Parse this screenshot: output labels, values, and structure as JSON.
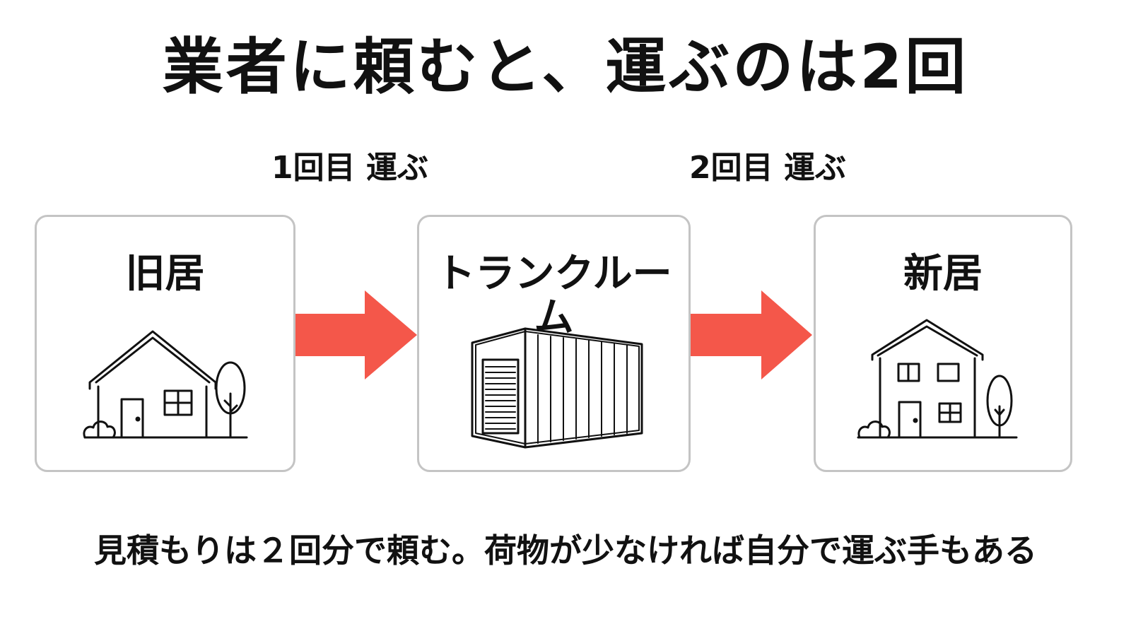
{
  "title": "業者に頼むと、運ぶのは2回",
  "steps": [
    {
      "label": "1回目 運ぶ"
    },
    {
      "label": "2回目 運ぶ"
    }
  ],
  "nodes": [
    {
      "label": "旧居",
      "icon": "house-icon"
    },
    {
      "label": "トランクルーム",
      "icon": "storage-container-icon"
    },
    {
      "label": "新居",
      "icon": "two-story-house-icon"
    }
  ],
  "note": "見積もりは２回分で頼む。荷物が少なければ自分で運ぶ手もある",
  "colors": {
    "arrow": "#f4574a",
    "card_border": "#c4c4c4",
    "text": "#111111",
    "background": "#ffffff"
  }
}
